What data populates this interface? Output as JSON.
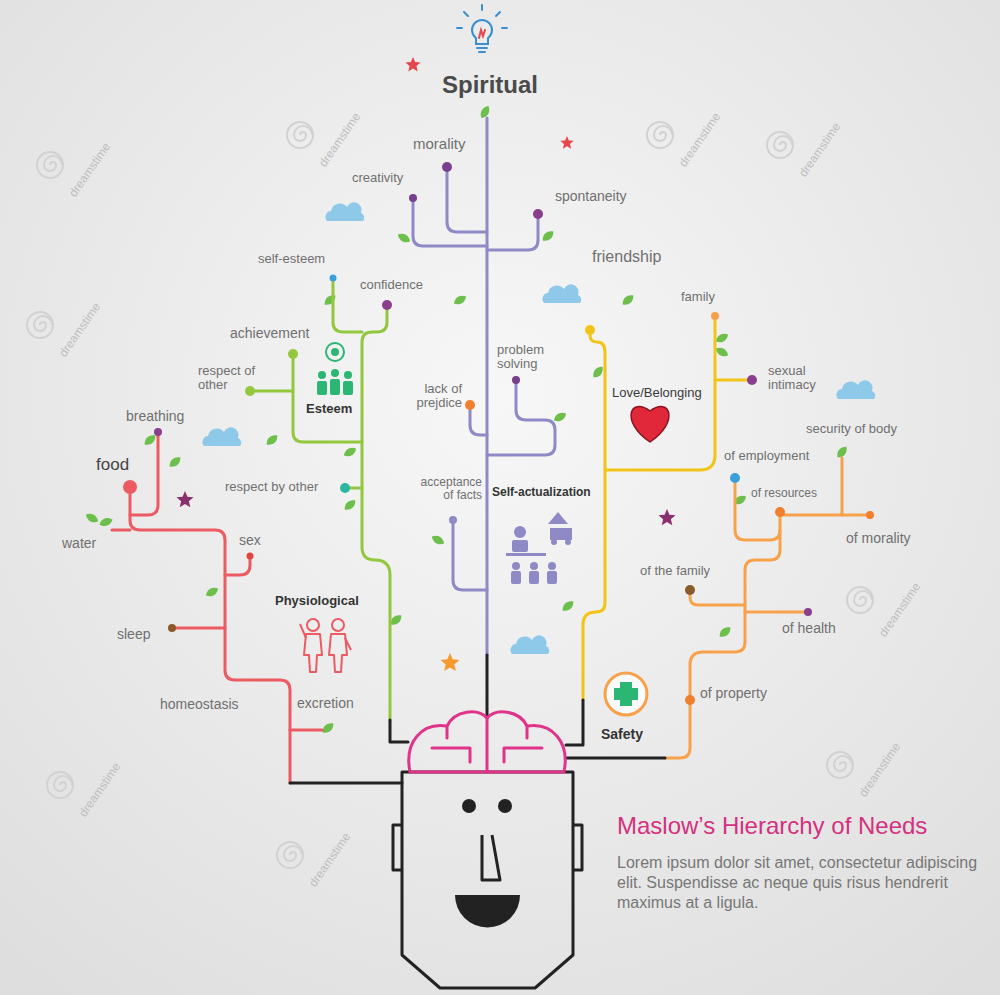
{
  "diagram": {
    "title": "Maslow’s Hierarchy of Needs",
    "caption": "Lorem ipsum dolor sit amet, consectetur adipiscing elit. Suspendisse ac neque quis risus hendrerit maximus at a ligula.",
    "labels": [
      "Spiritual",
      "morality",
      "creativity",
      "spontaneity",
      "self-esteem",
      "confidence",
      "friendship",
      "family",
      "achievement",
      "respect of other",
      "problem solving",
      "sexual intimacy",
      "lack of prejdice",
      "Love/Belonging",
      "breathing",
      "Esteem",
      "security of body",
      "food",
      "respect by other",
      "acceptance of facts",
      "of employment",
      "Self-actualization",
      "of resources",
      "water",
      "sex",
      "of morality",
      "of the family",
      "Physiological",
      "sleep",
      "of health",
      "homeostasis",
      "excretion",
      "of property",
      "Safety",
      "dreamstime",
      "dreamstime",
      "dreamstime",
      "dreamstime",
      "dreamstime",
      "dreamstime",
      "dreamstime",
      "dreamstime",
      "dreamstime"
    ]
  }
}
